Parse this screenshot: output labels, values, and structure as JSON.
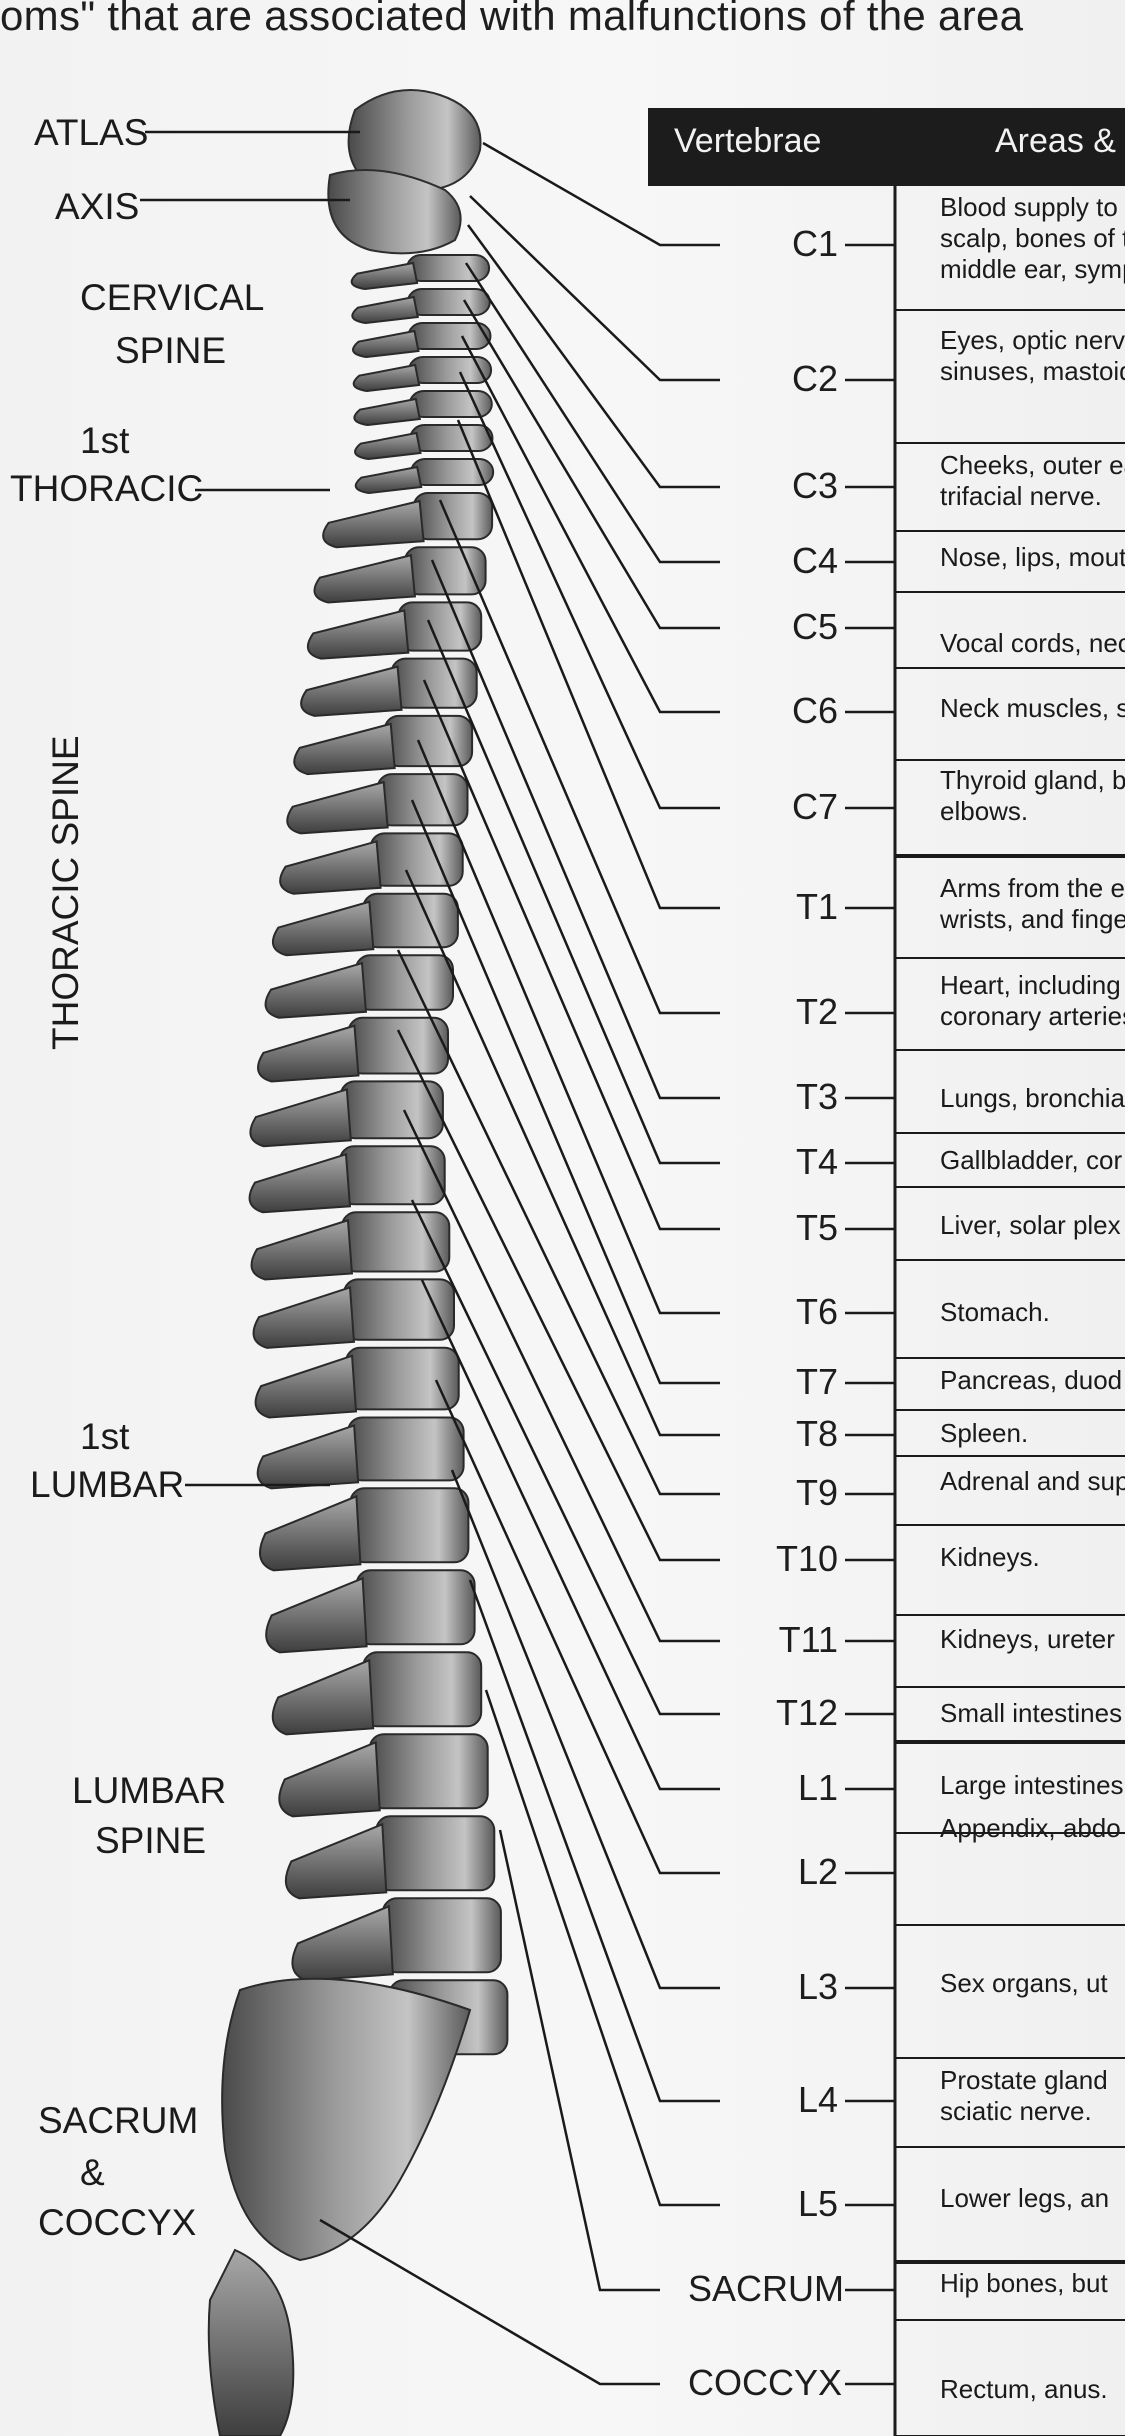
{
  "intro_text": "oms\" that are associated with malfunctions of the area",
  "left_labels": {
    "atlas": "ATLAS",
    "axis": "AXIS",
    "cervical_1": "CERVICAL",
    "cervical_2": "SPINE",
    "thoracic1_1": "1st",
    "thoracic1_2": "THORACIC",
    "thoracic_spine": "THORACIC SPINE",
    "lumbar1_1": "1st",
    "lumbar1_2": "LUMBAR",
    "lumbar_1": "LUMBAR",
    "lumbar_2": "SPINE",
    "sacrum_1": "SACRUM",
    "sacrum_2": "&",
    "sacrum_3": "COCCYX"
  },
  "table": {
    "header_vertebrae": "Vertebrae",
    "header_areas": "Areas &",
    "rows": [
      {
        "v": "C1",
        "text": [
          "Blood supply to th",
          "scalp, bones of th",
          "middle ear, symp"
        ]
      },
      {
        "v": "C2",
        "text": [
          "Eyes, optic nerve",
          "sinuses, mastoid"
        ]
      },
      {
        "v": "C3",
        "text": [
          "Cheeks, outer ea",
          "trifacial nerve."
        ]
      },
      {
        "v": "C4",
        "text": [
          "Nose, lips, mouth"
        ]
      },
      {
        "v": "C5",
        "text": [
          "Vocal cords, nec"
        ]
      },
      {
        "v": "C6",
        "text": [
          "Neck muscles, s"
        ]
      },
      {
        "v": "C7",
        "text": [
          "Thyroid gland, b",
          "elbows."
        ]
      },
      {
        "v": "T1",
        "text": [
          "Arms from the e",
          "wrists, and finge"
        ]
      },
      {
        "v": "T2",
        "text": [
          "Heart, including",
          "coronary arteries"
        ]
      },
      {
        "v": "T3",
        "text": [
          "Lungs, bronchia"
        ]
      },
      {
        "v": "T4",
        "text": [
          "Gallbladder, cor"
        ]
      },
      {
        "v": "T5",
        "text": [
          "Liver, solar plex"
        ]
      },
      {
        "v": "T6",
        "text": [
          "Stomach."
        ]
      },
      {
        "v": "T7",
        "text": [
          "Pancreas, duod"
        ]
      },
      {
        "v": "T8",
        "text": [
          "Spleen."
        ]
      },
      {
        "v": "T9",
        "text": [
          "Adrenal and sup"
        ]
      },
      {
        "v": "T10",
        "text": [
          "Kidneys."
        ]
      },
      {
        "v": "T11",
        "text": [
          "Kidneys, ureter"
        ]
      },
      {
        "v": "T12",
        "text": [
          "Small intestines"
        ]
      },
      {
        "v": "L1",
        "text": [
          "Large intestines"
        ]
      },
      {
        "v": "L2",
        "text": [
          "Appendix, abdo"
        ]
      },
      {
        "v": "L3",
        "text": [
          "Sex organs, ut"
        ]
      },
      {
        "v": "L4",
        "text": [
          "Prostate gland",
          "sciatic nerve."
        ]
      },
      {
        "v": "L5",
        "text": [
          "Lower legs, an"
        ]
      },
      {
        "v": "SACRUM",
        "text": [
          "Hip bones, but"
        ]
      },
      {
        "v": "COCCYX",
        "text": [
          "Rectum, anus."
        ]
      }
    ]
  },
  "colors": {
    "bone": "#8a8a8a",
    "bone_dark": "#3c3c3c",
    "header_bg": "#1c1c1c",
    "line": "#1a1a1a"
  }
}
